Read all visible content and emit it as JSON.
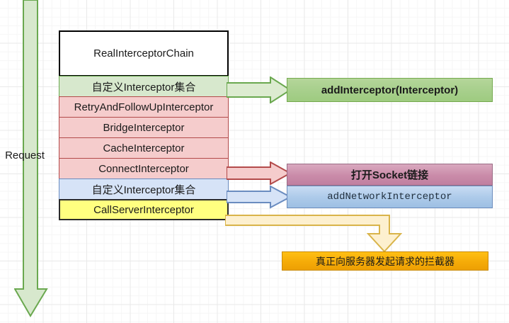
{
  "diagram": {
    "title": "OkHttp RealInterceptorChain flow",
    "background": "#ffffff",
    "grid": true
  },
  "request_flow": {
    "label": "Request",
    "arrow_name": "request-down-arrow",
    "color": "#6aa84f",
    "fill": "#d7e8cd"
  },
  "chain": {
    "title": "RealInterceptorChain",
    "rows": [
      {
        "label": "自定义Interceptor集合",
        "style": "row-green",
        "name": "row-custom-interceptors-app"
      },
      {
        "label": "RetryAndFollowUpInterceptor",
        "style": "row-red",
        "name": "row-retry-and-follow-up-interceptor"
      },
      {
        "label": "BridgeInterceptor",
        "style": "row-red",
        "name": "row-bridge-interceptor"
      },
      {
        "label": "CacheInterceptor",
        "style": "row-red",
        "name": "row-cache-interceptor"
      },
      {
        "label": "ConnectInterceptor",
        "style": "row-red",
        "name": "row-connect-interceptor"
      },
      {
        "label": "自定义Interceptor集合",
        "style": "row-blue",
        "name": "row-custom-interceptors-network"
      },
      {
        "label": "CallServerInterceptor",
        "style": "row-yellow",
        "name": "row-call-server-interceptor"
      }
    ]
  },
  "callouts": {
    "add_interceptor": "addInterceptor(Interceptor)",
    "open_socket": "打开Socket链接",
    "add_network_interceptor": "addNetworkInterceptor",
    "real_request": "真正向服务器发起请求的拦截器"
  },
  "colors": {
    "green_border": "#6aa84f",
    "green_fill": "#a9d08e",
    "red_border": "#b34a4a",
    "red_fill": "#f5cccc",
    "blue_border": "#6a8cc0",
    "blue_fill": "#d6e3f7",
    "yellow_fill": "#ffff80",
    "orange_fill": "#f5ab08",
    "pink_fill": "#ca8ba9",
    "chain_border": "#000000"
  }
}
